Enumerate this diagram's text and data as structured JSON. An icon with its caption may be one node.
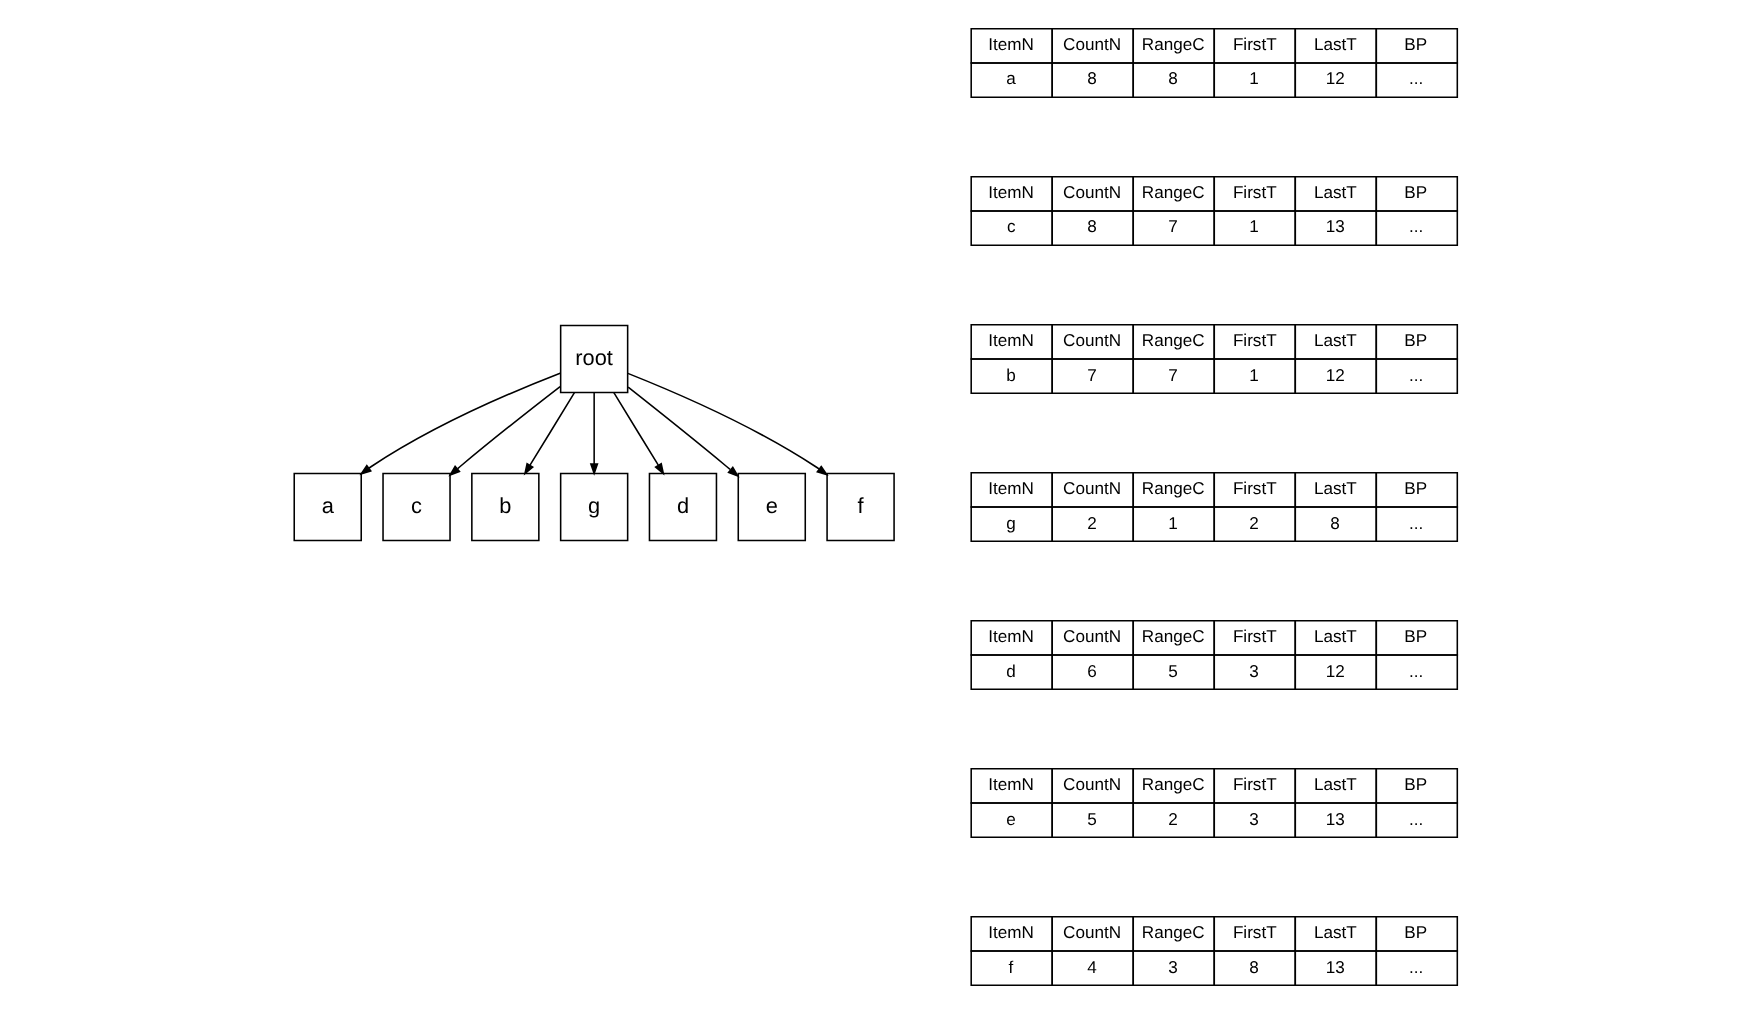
{
  "diagram": {
    "nodes": [
      {
        "text": [
          "root"
        ]
      },
      {
        "text": [
          "a"
        ]
      },
      {
        "text": [
          "c"
        ]
      },
      {
        "text": [
          "b"
        ]
      },
      {
        "text": [
          "g"
        ]
      },
      {
        "text": [
          "d"
        ]
      },
      {
        "text": [
          "e"
        ]
      },
      {
        "text": [
          "f"
        ]
      }
    ],
    "edges": [
      {
        "from": 0,
        "to": 1,
        "arrow": "to"
      },
      {
        "from": 0,
        "to": 2,
        "arrow": "to"
      },
      {
        "from": 0,
        "to": 3,
        "arrow": "to"
      },
      {
        "from": 0,
        "to": 4,
        "arrow": "to"
      },
      {
        "from": 0,
        "to": 5,
        "arrow": "to"
      },
      {
        "from": 0,
        "to": 6,
        "arrow": "to"
      },
      {
        "from": 0,
        "to": 7,
        "arrow": "to"
      }
    ],
    "labels": [
      "ItemN",
      "CountN",
      "RangeC",
      "FirstT",
      "LastT",
      "BP",
      "a",
      "8",
      "8",
      "1",
      "12",
      "...",
      "ItemN",
      "CountN",
      "RangeC",
      "FirstT",
      "LastT",
      "BP",
      "c",
      "8",
      "7",
      "1",
      "13",
      "...",
      "ItemN",
      "CountN",
      "RangeC",
      "FirstT",
      "LastT",
      "BP",
      "b",
      "7",
      "7",
      "1",
      "12",
      "...",
      "ItemN",
      "CountN",
      "RangeC",
      "FirstT",
      "LastT",
      "BP",
      "g",
      "2",
      "1",
      "2",
      "8",
      "...",
      "ItemN",
      "CountN",
      "RangeC",
      "FirstT",
      "LastT",
      "BP",
      "d",
      "6",
      "5",
      "3",
      "12",
      "...",
      "ItemN",
      "CountN",
      "RangeC",
      "FirstT",
      "LastT",
      "BP",
      "e",
      "5",
      "2",
      "3",
      "13",
      "...",
      "ItemN",
      "CountN",
      "RangeC",
      "FirstT",
      "LastT",
      "BP",
      "f",
      "4",
      "3",
      "8",
      "13",
      "..."
    ]
  }
}
